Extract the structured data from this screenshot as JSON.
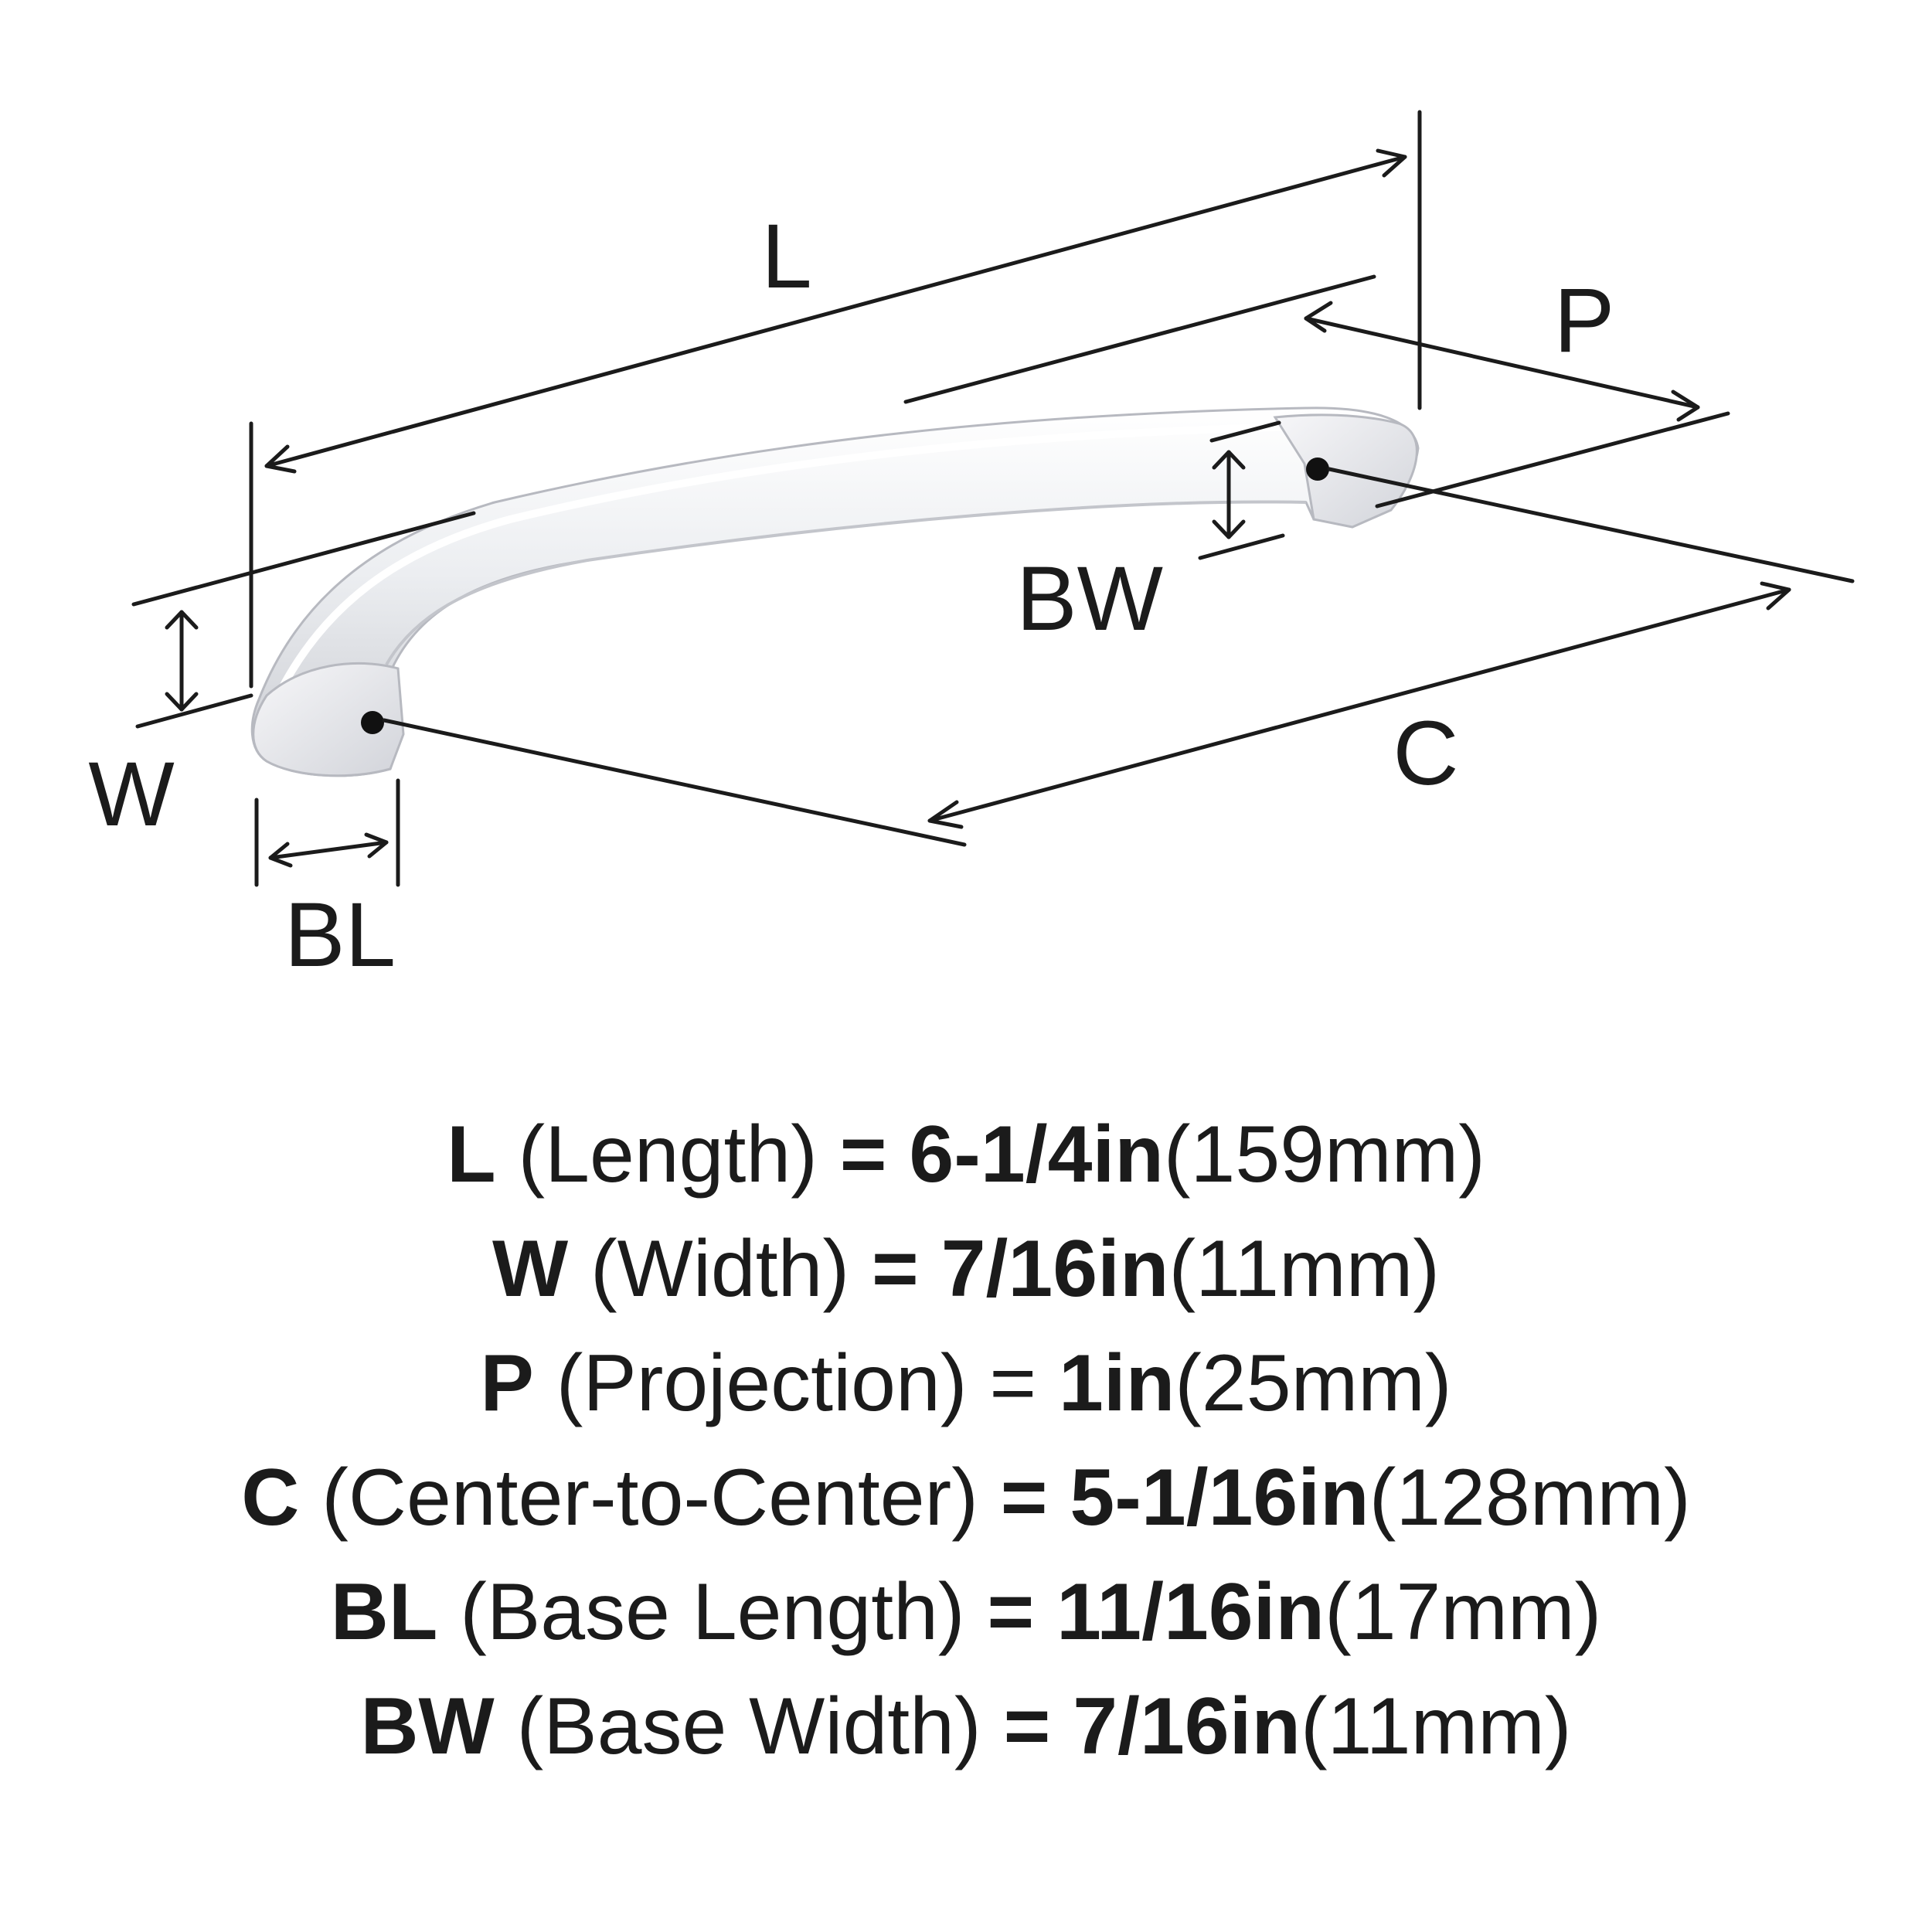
{
  "diagram": {
    "labels": {
      "L": "L",
      "P": "P",
      "W": "W",
      "BW": "BW",
      "C": "C",
      "BL": "BL"
    },
    "colors": {
      "ink": "#1b1b1b",
      "chrome_light": "#f4f4f6",
      "chrome_mid": "#d8d9de",
      "chrome_dark": "#9fa1a8",
      "hole": "#111111"
    }
  },
  "specs": [
    {
      "code": "L",
      "name": "(Length)",
      "eq": "=",
      "imperial": "6-1/4in",
      "metric": "(159mm)"
    },
    {
      "code": "W",
      "name": "(Width)",
      "eq": "=",
      "imperial": "7/16in",
      "metric": "(11mm)"
    },
    {
      "code": "P",
      "name": "(Projection)",
      "eq": "=",
      "imperial": "1in",
      "metric": "(25mm)"
    },
    {
      "code": "C",
      "name": "(Center-to-Center)",
      "eq": "=",
      "imperial": "5-1/16in",
      "metric": "(128mm)"
    },
    {
      "code": "BL",
      "name": "(Base Length)",
      "eq": "=",
      "imperial": "11/16in",
      "metric": "(17mm)"
    },
    {
      "code": "BW",
      "name": "(Base Width)",
      "eq": "=",
      "imperial": "7/16in",
      "metric": "(11mm)"
    }
  ]
}
